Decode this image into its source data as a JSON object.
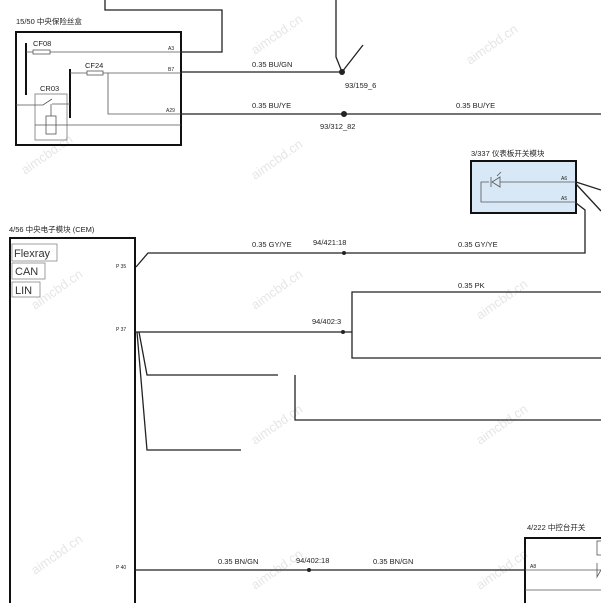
{
  "watermark": "aimcbd.cn",
  "fuse_box": {
    "title": "15/50 中央保险丝盒",
    "fuses": [
      "CF08",
      "CF24"
    ],
    "relay": "CR03",
    "pins": [
      "A3",
      "B7",
      "A29"
    ]
  },
  "wires_top": {
    "b7_wire": "0.35  BU/GN",
    "b7_splice": "93/159_6",
    "a29_wire_left": "0.35  BU/YE",
    "a29_wire_right": "0.35  BU/YE",
    "a29_splice": "93/312_82"
  },
  "dash_switch": {
    "title": "3/337 仪表板开关模块",
    "pins": [
      "A6",
      "A5"
    ]
  },
  "cem": {
    "title": "4/56 中央电子模块 (CEM)",
    "buses": [
      "Flexray",
      "CAN",
      "LIN"
    ],
    "pins": [
      "P 35",
      "P 37",
      "P 40"
    ]
  },
  "wires_cem": {
    "p35_left": "0.35  GY/YE",
    "p35_splice": "94/421:18",
    "p35_right": "0.35  GY/YE",
    "p37_splice": "94/402:3",
    "pk_wire": "0.35  PK",
    "p40_left": "0.35  BN/GN",
    "p40_splice": "94/402:18",
    "p40_right": "0.35  BN/GN"
  },
  "console_switch": {
    "title": "4/222 中控台开关",
    "pin": "A8"
  }
}
